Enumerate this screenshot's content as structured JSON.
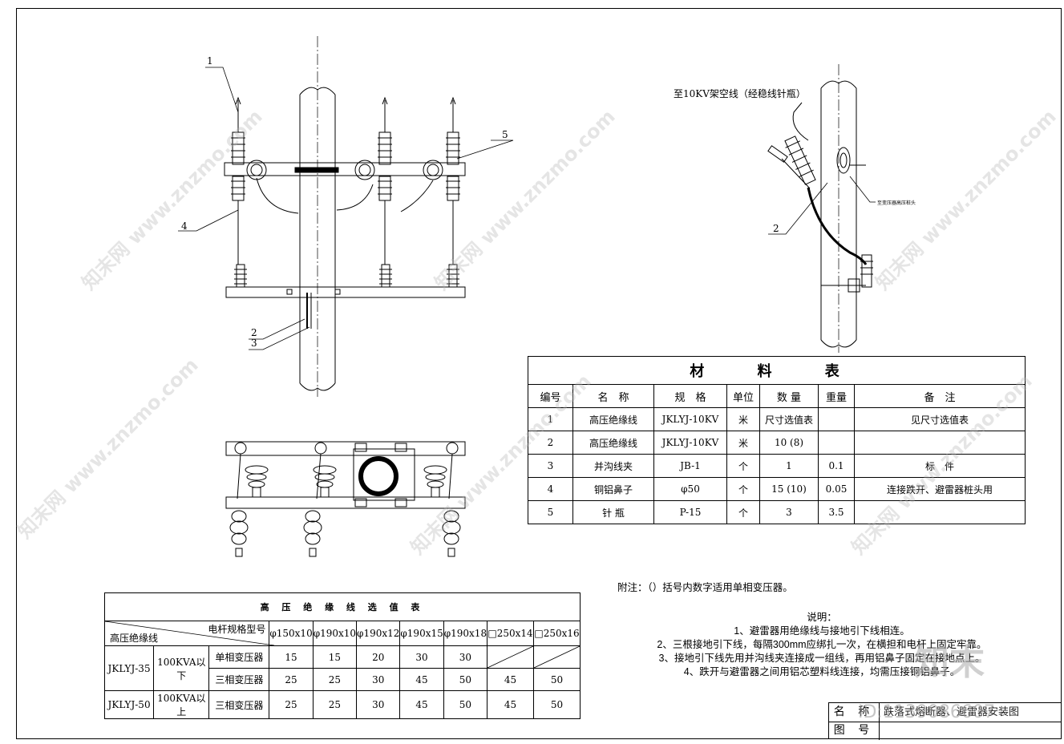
{
  "callouts": {
    "front": [
      "1",
      "2",
      "3",
      "4",
      "5"
    ],
    "side": [
      "2"
    ]
  },
  "side_labels": {
    "overhead": "至10KV架空线（经稳线针瓶）",
    "transformer": "至变压器高压桩头"
  },
  "material_table": {
    "title": "材    料    表",
    "headers": [
      "编号",
      "名　称",
      "规　格",
      "单位",
      "数 量",
      "重量",
      "备　注"
    ],
    "rows": [
      [
        "1",
        "高压绝缘线",
        "JKLYJ-10KV",
        "米",
        "尺寸选值表",
        "",
        "见尺寸选值表"
      ],
      [
        "2",
        "高压绝缘线",
        "JKLYJ-10KV",
        "米",
        "10 (8)",
        "",
        ""
      ],
      [
        "3",
        "并沟线夹",
        "JB-1",
        "个",
        "1",
        "0.1",
        "标　件"
      ],
      [
        "4",
        "铜铝鼻子",
        "φ50",
        "个",
        "15 (10)",
        "0.05",
        "连接跌开、避雷器桩头用"
      ],
      [
        "5",
        "针 瓶",
        "P-15",
        "个",
        "3",
        "3.5",
        ""
      ]
    ]
  },
  "wire_table": {
    "title": "高 压 绝 缘 线 选 值 表",
    "corner_top": "电杆规格型号",
    "corner_bottom": "高压绝缘线",
    "columns": [
      "φ150x10",
      "φ190x10",
      "φ190x12",
      "φ190x15",
      "φ190x18",
      "□250x14",
      "□250x16"
    ],
    "rows": [
      {
        "type": "JKLYJ-35",
        "cap": "100KVA以下",
        "kind": "单相变压器",
        "values": [
          "15",
          "15",
          "20",
          "30",
          "30",
          "",
          ""
        ]
      },
      {
        "type": "",
        "cap": "",
        "kind": "三相变压器",
        "values": [
          "25",
          "25",
          "30",
          "45",
          "50",
          "45",
          "50"
        ]
      },
      {
        "type": "JKLYJ-50",
        "cap": "100KVA以上",
        "kind": "三相变压器",
        "values": [
          "25",
          "25",
          "30",
          "45",
          "50",
          "45",
          "50"
        ]
      }
    ]
  },
  "footnote": "附注：（）括号内数字适用单相变压器。",
  "notes": {
    "title": "说明：",
    "items": [
      "1、避雷器用绝缘线与接地引下线相连。",
      "2、三根接地引下线，每隔300mm应绑扎一次，在横担和电杆上固定牢靠。",
      "3、接地引下线先用并沟线夹连接成一组线，再用铝鼻子固定在接地点上。",
      "4、跌开与避雷器之间用铝芯塑料线连接，均需压接铜铝鼻子。"
    ]
  },
  "title_block": {
    "name_label": "名 称",
    "name_value": "跌落式熔断器、避雷器安装图",
    "number_label": "图 号",
    "number_value": ""
  },
  "watermarks": {
    "site": "知末网 www.znzmo.com",
    "brand": "知末",
    "id": "ID:1139086607"
  }
}
